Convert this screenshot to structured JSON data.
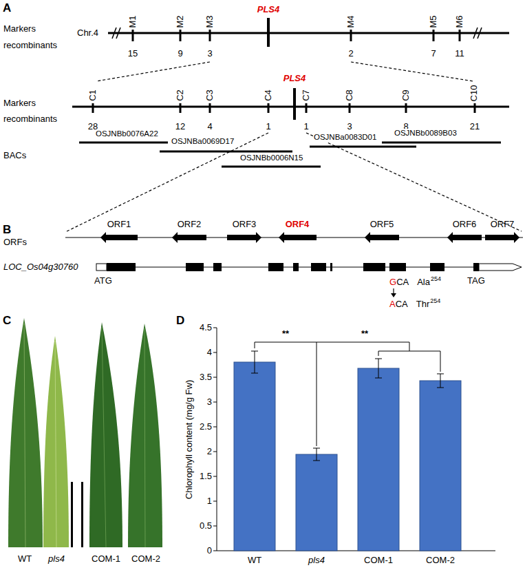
{
  "diagram": {
    "labels": [
      "A",
      "Chr.4",
      "Markers",
      "recombinants",
      "M1",
      "M2",
      "M3",
      "PLS4",
      "M4",
      "M5",
      "M6",
      "15",
      "9",
      "3",
      "2",
      "7",
      "11",
      "Markers",
      "recombinants",
      "C1",
      "C2",
      "C3",
      "C4",
      "PLS4",
      "C7",
      "C8",
      "C9",
      "C10",
      "28",
      "12",
      "4",
      "1",
      "1",
      "3",
      "8",
      "21",
      "BACs",
      "OSJNBb0076A22",
      "OSJNBa0069D17",
      "OSJNBb0006N15",
      "OSJNBa0083D01",
      "OSJNBb0089B03",
      "B",
      "ORFs",
      "ORF1",
      "ORF2",
      "ORF3",
      "ORF4",
      "ORF5",
      "ORF6",
      "ORF7",
      "LOC_Os04g30760",
      "ATG",
      "G",
      "CA",
      "Ala",
      "254",
      "TAG",
      "A",
      "CA",
      "Thr",
      "254",
      "C",
      "WT",
      "pls4",
      "COM-1",
      "COM-2",
      "D",
      "4.5",
      "4",
      "3.5",
      "3",
      "2.5",
      "2",
      "1.5",
      "1",
      "0.5",
      "0",
      "Chlorophyll content (mg/g Fw)",
      "**",
      "**",
      "WT",
      "pls4",
      "COM-1",
      "COM-2"
    ]
  }
}
